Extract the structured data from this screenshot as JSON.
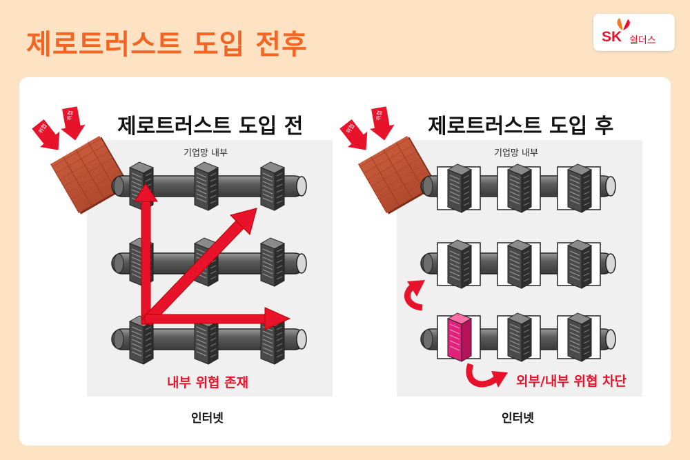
{
  "header": {
    "title": "제로트러스트 도입 전후"
  },
  "logo": {
    "brand": "SK",
    "name": "쉴더스",
    "brand_color": "#e8132b"
  },
  "accent_color": "#f26522",
  "threat_color": "#e8132b",
  "before": {
    "title": "제로트러스트 도입 전",
    "zone_label": "기업망 내부",
    "threat_tags": [
      "위협",
      "위협"
    ],
    "caption": "내부 위협 존재",
    "bottom_label": "인터넷"
  },
  "after": {
    "title": "제로트러스트 도입 후",
    "zone_label": "기업망 내부",
    "threat_tags": [
      "위협",
      "위협"
    ],
    "caption": "외부/내부 위협 차단",
    "bottom_label": "인터넷"
  }
}
